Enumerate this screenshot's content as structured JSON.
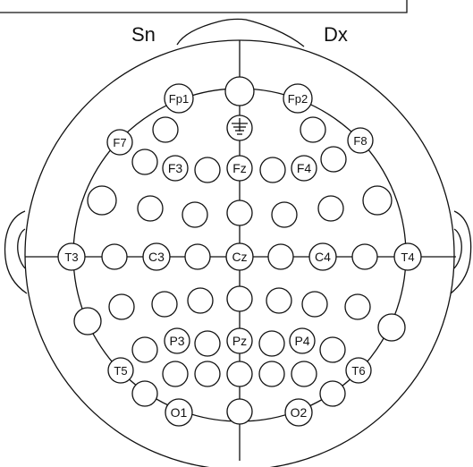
{
  "hemisphere_labels": {
    "left": "Sn",
    "right": "Dx"
  },
  "electrodes": {
    "Fp1": "Fp1",
    "Fp2": "Fp2",
    "F7": "F7",
    "F8": "F8",
    "F3": "F3",
    "Fz": "Fz",
    "F4": "F4",
    "T3": "T3",
    "C3": "C3",
    "Cz": "Cz",
    "C4": "C4",
    "T4": "T4",
    "P3": "P3",
    "Pz": "Pz",
    "P4": "P4",
    "T5": "T5",
    "T6": "T6",
    "O1": "O1",
    "O2": "O2"
  },
  "ground_icon": "ground-symbol-icon",
  "colors": {
    "stroke": "#111111",
    "background": "#ffffff"
  }
}
